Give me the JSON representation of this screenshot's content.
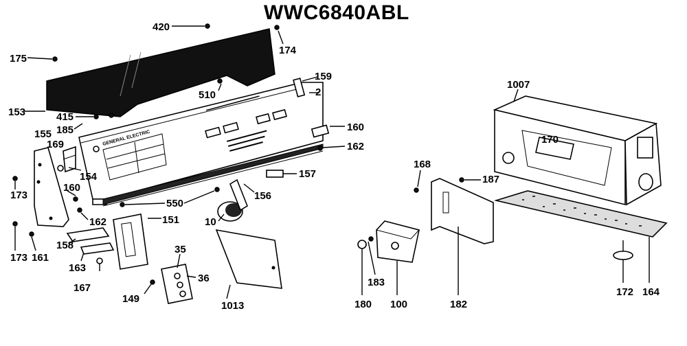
{
  "title": "WWC6840ABL",
  "panel_text": {
    "brand": "GENERAL ELECTRIC"
  },
  "labels": [
    {
      "id": "420",
      "text": "420"
    },
    {
      "id": "174",
      "text": "174"
    },
    {
      "id": "175",
      "text": "175"
    },
    {
      "id": "159",
      "text": "159"
    },
    {
      "id": "510",
      "text": "510"
    },
    {
      "id": "2",
      "text": "2"
    },
    {
      "id": "153",
      "text": "153"
    },
    {
      "id": "415",
      "text": "415"
    },
    {
      "id": "185",
      "text": "185"
    },
    {
      "id": "155",
      "text": "155"
    },
    {
      "id": "169",
      "text": "169"
    },
    {
      "id": "160a",
      "text": "160"
    },
    {
      "id": "162a",
      "text": "162"
    },
    {
      "id": "154",
      "text": "154"
    },
    {
      "id": "173a",
      "text": "173"
    },
    {
      "id": "160b",
      "text": "160"
    },
    {
      "id": "157",
      "text": "157"
    },
    {
      "id": "156",
      "text": "156"
    },
    {
      "id": "550",
      "text": "550"
    },
    {
      "id": "162b",
      "text": "162"
    },
    {
      "id": "10",
      "text": "10"
    },
    {
      "id": "151",
      "text": "151"
    },
    {
      "id": "173b",
      "text": "173"
    },
    {
      "id": "161",
      "text": "161"
    },
    {
      "id": "158",
      "text": "158"
    },
    {
      "id": "163",
      "text": "163"
    },
    {
      "id": "167",
      "text": "167"
    },
    {
      "id": "35",
      "text": "35"
    },
    {
      "id": "36",
      "text": "36"
    },
    {
      "id": "149",
      "text": "149"
    },
    {
      "id": "1013",
      "text": "1013"
    },
    {
      "id": "1007",
      "text": "1007"
    },
    {
      "id": "170",
      "text": "170"
    },
    {
      "id": "168",
      "text": "168"
    },
    {
      "id": "187",
      "text": "187"
    },
    {
      "id": "183",
      "text": "183"
    },
    {
      "id": "180",
      "text": "180"
    },
    {
      "id": "100",
      "text": "100"
    },
    {
      "id": "182",
      "text": "182"
    },
    {
      "id": "172",
      "text": "172"
    },
    {
      "id": "164",
      "text": "164"
    }
  ]
}
